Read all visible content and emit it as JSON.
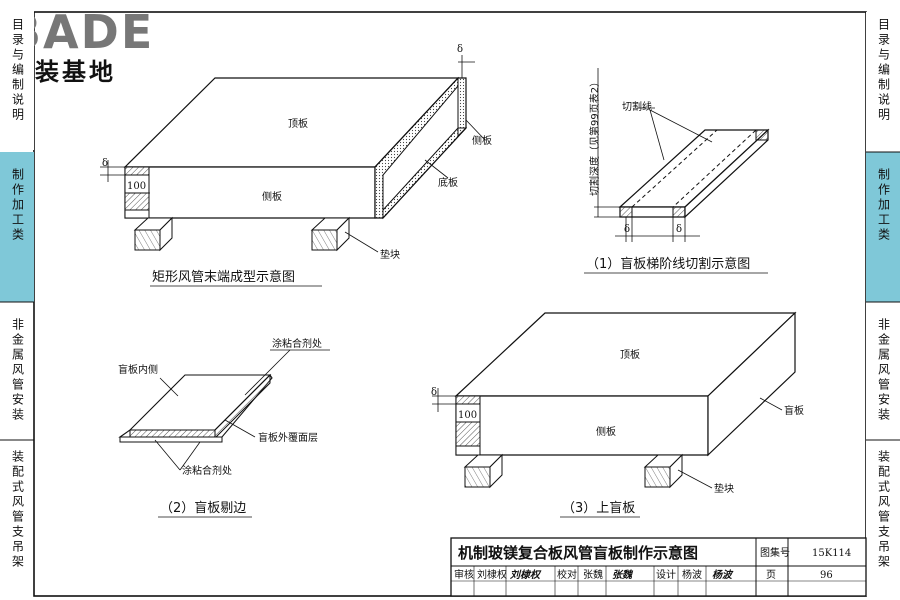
{
  "logo": {
    "brand": "BADE",
    "subtitle": "建装基地"
  },
  "side_tabs": [
    {
      "text": "目录与编制说明",
      "active": false
    },
    {
      "text": "制作加工类",
      "active": true
    },
    {
      "text": "非金属风管安装",
      "active": false
    },
    {
      "text": "装配式风管支吊架",
      "active": false
    }
  ],
  "fig_main": {
    "caption": "矩形风管末端成型示意图",
    "top": "顶板",
    "side": "侧板",
    "side_right": "侧板",
    "bottom": "底板",
    "block": "垫块",
    "dim100": "100",
    "delta": "δ"
  },
  "fig1": {
    "caption": "（1）盲板梯阶线切割示意图",
    "cut_line": "切割线",
    "cut_depth": "切割深度（见第99页表2）",
    "delta": "δ"
  },
  "fig2": {
    "caption": "（2）盲板剔边",
    "inner": "盲板内侧",
    "glue_top": "涂粘合剂处",
    "outer": "盲板外覆面层",
    "glue_bottom": "涂粘合剂处"
  },
  "fig3": {
    "caption": "（3）上盲板",
    "top": "顶板",
    "side": "侧板",
    "blind": "盲板",
    "block": "垫块",
    "dim100": "100",
    "delta": "δ"
  },
  "title_block": {
    "title": "机制玻镁复合板风管盲板制作示意图",
    "atlas_label": "图集号",
    "atlas_no": "15K114",
    "review_label": "审核",
    "reviewer": "刘棣权",
    "reviewer_sig": "刘棣权",
    "check_label": "校对",
    "checker": "张魏",
    "checker_sig": "张魏",
    "design_label": "设计",
    "designer": "杨波",
    "designer_sig": "杨波",
    "page_label": "页",
    "page_no": "96"
  },
  "colors": {
    "tab_active": "#7fc8d8",
    "line": "#111111",
    "hatch": "#555555"
  }
}
